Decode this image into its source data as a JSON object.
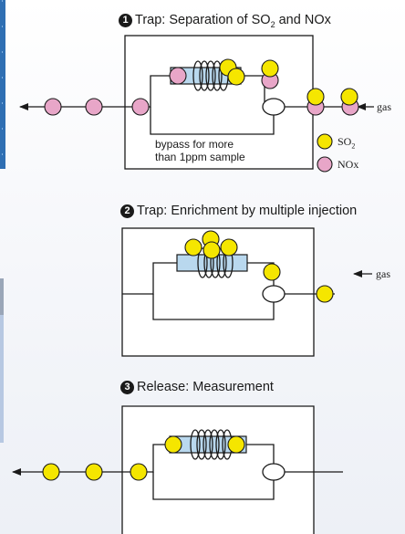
{
  "sections": [
    {
      "number": "1",
      "label_main": "Trap: Separation of  SO",
      "label_sub": "2",
      "label_end": " and NOx"
    },
    {
      "number": "2",
      "label": "Trap: Enrichment by  multiple injection"
    },
    {
      "number": "3",
      "label": "Release: Measurement"
    }
  ],
  "legend": {
    "so2": {
      "main": "SO",
      "sub": "2",
      "color": "#f5e600"
    },
    "nox": {
      "label": "NOx",
      "color": "#e8a6c8"
    }
  },
  "gas_label": "gas",
  "bypass_note": [
    "bypass for more",
    "than 1ppm sample"
  ],
  "colors": {
    "trap_tube": "#b9d8ee",
    "line": "#1a1a1a",
    "so2": "#f5e600",
    "nox": "#e8a6c8"
  }
}
